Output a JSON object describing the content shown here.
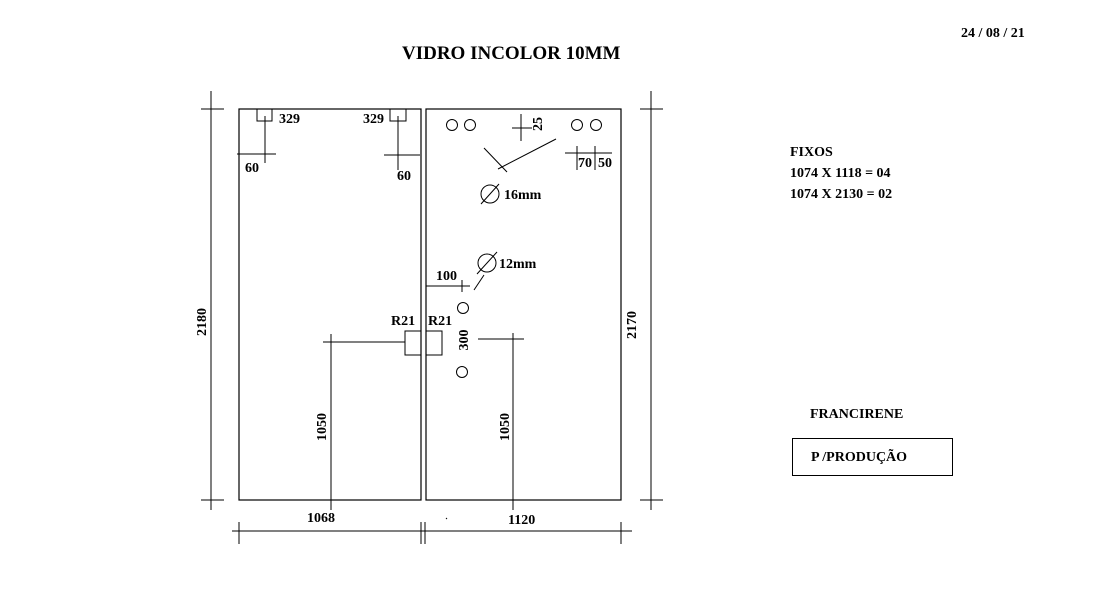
{
  "header": {
    "date": "24 / 08 / 21",
    "title": "VIDRO INCOLOR 10MM"
  },
  "dimensions": {
    "left_height": "2180",
    "right_height": "2170",
    "left_width": "1068",
    "right_width": "1120",
    "left_handle_height": "1050",
    "right_handle_height": "1050",
    "handle_spacing": "300",
    "handle_offset": "100",
    "left_notch_1_x": "329",
    "left_notch_2_x": "329",
    "left_notch_1_y": "60",
    "left_notch_2_y": "60",
    "top_hole_y": "25",
    "right_hole_x1": "70",
    "right_hole_x2": "50",
    "radius_left": "R21",
    "radius_right": "R21",
    "hole_large": "16mm",
    "hole_small": "12mm"
  },
  "notes": {
    "fixos_title": "FIXOS",
    "fixos_line_1": "1074 X 1118 = 04",
    "fixos_line_2": "1074 X 2130 = 02"
  },
  "client": "FRANCIRENE",
  "stamp": "P /PRODUÇÃO"
}
